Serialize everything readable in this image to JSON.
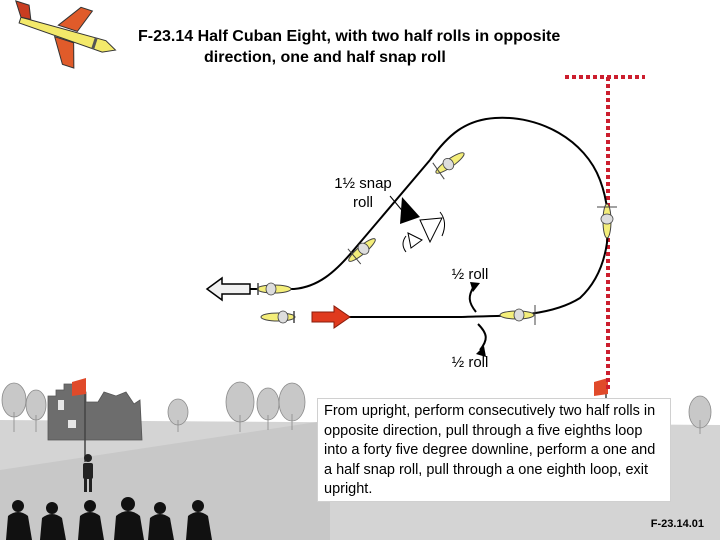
{
  "title": {
    "line1": "F-23.14 Half Cuban Eight, with two half rolls in opposite",
    "line2": "direction, one and half snap roll"
  },
  "labels": {
    "snap_line1": "1½ snap",
    "snap_line2": "roll",
    "half_roll_upper": "½ roll",
    "half_roll_lower": "½ roll"
  },
  "description": "From upright, perform consecutively two half rolls in opposite direction, pull through a five eighths loop into a forty five degree downline, perform a one and a half snap roll, pull through a one eighth loop, exit upright.",
  "figure_code": "F-23.14.01",
  "colors": {
    "entry_arrow": "#e03a1e",
    "exit_arrow": "#f1f1f1",
    "plane_body": "#f4ee7a",
    "flag": "#e04a2a",
    "boundary_line": "#cc1e2e",
    "ground": "#d3d3d3"
  },
  "icons": [
    "plane-logo-icon",
    "entry-arrow-icon",
    "exit-arrow-icon",
    "flag-icon",
    "snap-flag-icon",
    "tree-icon",
    "castle-icon",
    "judge-icon"
  ]
}
